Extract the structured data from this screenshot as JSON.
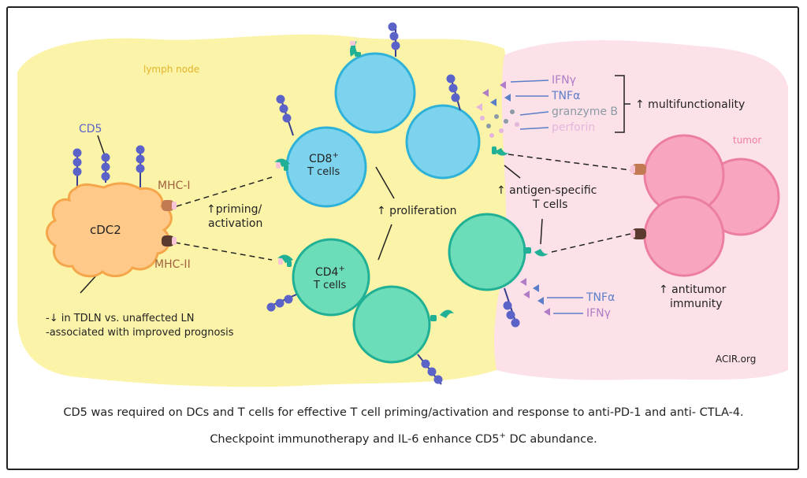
{
  "regions": {
    "lymph_node": "lymph node",
    "tumor": "tumor"
  },
  "labels": {
    "cd5": "CD5",
    "mhc1": "MHC-I",
    "mhc2": "MHC-II",
    "cdc2": "cDC2",
    "cd8_main": "CD8",
    "cd8_sup": "+",
    "cd8_sub": "T cells",
    "cd4_main": "CD4",
    "cd4_sup": "+",
    "cd4_sub": "T cells",
    "priming_1": "↑priming/",
    "priming_2": "activation",
    "proliferation": "↑ proliferation",
    "antigen_1": "↑ antigen-specific",
    "antigen_2": "T cells",
    "antitumor_1": "↑ antitumor",
    "antitumor_2": "immunity",
    "multifunctionality": "↑ multifunctionality",
    "dc_note_1": "-↓ in TDLN vs. unaffected LN",
    "dc_note_2": "-associated with improved prognosis",
    "acir": "ACIR.org"
  },
  "cytokines_cd8": [
    {
      "text": "IFNγ",
      "color": "#b07cc6"
    },
    {
      "text": "TNFα",
      "color": "#5b7ec9"
    },
    {
      "text": "granzyme B",
      "color": "#8a9aa6"
    },
    {
      "text": "perforin",
      "color": "#e3b6dc"
    }
  ],
  "cytokines_cd4": [
    {
      "text": "TNFα",
      "color": "#5b7ec9"
    },
    {
      "text": "IFNγ",
      "color": "#b07cc6"
    }
  ],
  "caption": {
    "line1": "CD5 was required on DCs and T cells for effective T cell  priming/activation and response to anti-PD-1 and anti- CTLA-4.",
    "line2_pre": "Checkpoint immunotherapy and IL-6 enhance CD5",
    "line2_sup": "+",
    "line2_post": " DC abundance."
  },
  "colors": {
    "lymph_node": "#fbf3a8",
    "tumor": "#fde1e8",
    "cd8": "#7dd3ee",
    "cd4": "#6ddcb9",
    "teal_outline": "#1fb095",
    "dc": "#ffc98a",
    "dc_outline": "#f5a64a",
    "tumor_cell": "#f7a6bd",
    "cd5": "#5b63c9"
  }
}
